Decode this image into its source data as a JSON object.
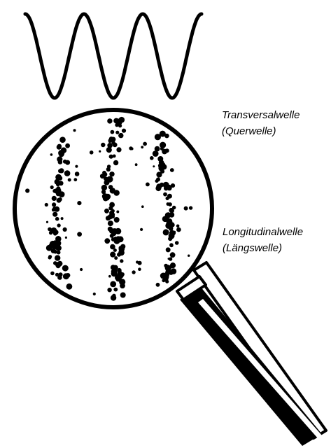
{
  "colors": {
    "ink": "#000000",
    "background": "#ffffff"
  },
  "labels": {
    "transversal": {
      "line1": "Transversalwelle",
      "line2": "(Querwelle)"
    },
    "longitudinal": {
      "line1": "Longitudinalwelle",
      "line2": "(Längswelle)"
    }
  },
  "icons": {
    "magnifier": "magnifying-glass-icon",
    "wave": "sine-wave-icon"
  }
}
